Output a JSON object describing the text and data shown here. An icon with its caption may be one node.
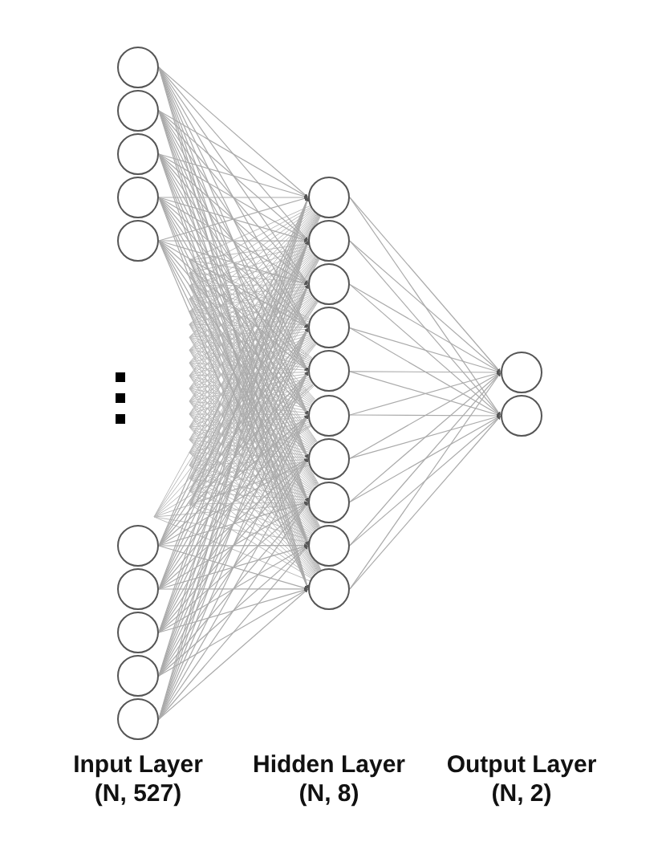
{
  "diagram": {
    "nodes": [
      {
        "text": [],
        "shape": "circle"
      },
      {
        "text": [],
        "shape": "circle"
      },
      {
        "text": [],
        "shape": "circle"
      },
      {
        "text": [],
        "shape": "circle"
      },
      {
        "text": [],
        "shape": "circle"
      },
      {
        "text": [],
        "shape": "circle"
      },
      {
        "text": [],
        "shape": "circle"
      },
      {
        "text": [],
        "shape": "circle"
      },
      {
        "text": [],
        "shape": "circle"
      },
      {
        "text": [],
        "shape": "circle"
      },
      {
        "text": [],
        "shape": "circle"
      },
      {
        "text": [],
        "shape": "circle"
      },
      {
        "text": [],
        "shape": "circle"
      },
      {
        "text": [],
        "shape": "circle"
      },
      {
        "text": [],
        "shape": "circle"
      },
      {
        "text": [],
        "shape": "circle"
      },
      {
        "text": [],
        "shape": "circle"
      },
      {
        "text": [],
        "shape": "circle"
      },
      {
        "text": [],
        "shape": "circle"
      },
      {
        "text": [],
        "shape": "circle"
      },
      {
        "text": [],
        "shape": "circle"
      },
      {
        "text": [],
        "shape": "circle"
      }
    ],
    "edges": [
      {
        "from": 0,
        "to": 10,
        "arrow": "to"
      },
      {
        "from": 0,
        "to": 11,
        "arrow": "to"
      },
      {
        "from": 0,
        "to": 12,
        "arrow": "to"
      },
      {
        "from": 0,
        "to": 13,
        "arrow": "to"
      },
      {
        "from": 0,
        "to": 14,
        "arrow": "to"
      },
      {
        "from": 0,
        "to": 15,
        "arrow": "to"
      },
      {
        "from": 0,
        "to": 16,
        "arrow": "to"
      },
      {
        "from": 0,
        "to": 17,
        "arrow": "to"
      },
      {
        "from": 0,
        "to": 18,
        "arrow": "to"
      },
      {
        "from": 0,
        "to": 19,
        "arrow": "to"
      },
      {
        "from": 1,
        "to": 10,
        "arrow": "to"
      },
      {
        "from": 1,
        "to": 11,
        "arrow": "to"
      },
      {
        "from": 1,
        "to": 12,
        "arrow": "to"
      },
      {
        "from": 1,
        "to": 13,
        "arrow": "to"
      },
      {
        "from": 1,
        "to": 14,
        "arrow": "to"
      },
      {
        "from": 1,
        "to": 15,
        "arrow": "to"
      },
      {
        "from": 1,
        "to": 16,
        "arrow": "to"
      },
      {
        "from": 1,
        "to": 17,
        "arrow": "to"
      },
      {
        "from": 1,
        "to": 18,
        "arrow": "to"
      },
      {
        "from": 1,
        "to": 19,
        "arrow": "to"
      },
      {
        "from": 2,
        "to": 10,
        "arrow": "to"
      },
      {
        "from": 2,
        "to": 11,
        "arrow": "to"
      },
      {
        "from": 2,
        "to": 12,
        "arrow": "to"
      },
      {
        "from": 2,
        "to": 13,
        "arrow": "to"
      },
      {
        "from": 2,
        "to": 14,
        "arrow": "to"
      },
      {
        "from": 2,
        "to": 15,
        "arrow": "to"
      },
      {
        "from": 2,
        "to": 16,
        "arrow": "to"
      },
      {
        "from": 2,
        "to": 17,
        "arrow": "to"
      },
      {
        "from": 2,
        "to": 18,
        "arrow": "to"
      },
      {
        "from": 2,
        "to": 19,
        "arrow": "to"
      },
      {
        "from": 3,
        "to": 10,
        "arrow": "to"
      },
      {
        "from": 3,
        "to": 11,
        "arrow": "to"
      },
      {
        "from": 3,
        "to": 12,
        "arrow": "to"
      },
      {
        "from": 3,
        "to": 13,
        "arrow": "to"
      },
      {
        "from": 3,
        "to": 14,
        "arrow": "to"
      },
      {
        "from": 3,
        "to": 15,
        "arrow": "to"
      },
      {
        "from": 3,
        "to": 16,
        "arrow": "to"
      },
      {
        "from": 3,
        "to": 17,
        "arrow": "to"
      },
      {
        "from": 3,
        "to": 18,
        "arrow": "to"
      },
      {
        "from": 3,
        "to": 19,
        "arrow": "to"
      },
      {
        "from": 4,
        "to": 10,
        "arrow": "to"
      },
      {
        "from": 4,
        "to": 11,
        "arrow": "to"
      },
      {
        "from": 4,
        "to": 12,
        "arrow": "to"
      },
      {
        "from": 4,
        "to": 13,
        "arrow": "to"
      },
      {
        "from": 4,
        "to": 14,
        "arrow": "to"
      },
      {
        "from": 4,
        "to": 15,
        "arrow": "to"
      },
      {
        "from": 4,
        "to": 16,
        "arrow": "to"
      },
      {
        "from": 4,
        "to": 17,
        "arrow": "to"
      },
      {
        "from": 4,
        "to": 18,
        "arrow": "to"
      },
      {
        "from": 4,
        "to": 19,
        "arrow": "to"
      },
      {
        "from": 5,
        "to": 10,
        "arrow": "to"
      },
      {
        "from": 5,
        "to": 11,
        "arrow": "to"
      },
      {
        "from": 5,
        "to": 12,
        "arrow": "to"
      },
      {
        "from": 5,
        "to": 13,
        "arrow": "to"
      },
      {
        "from": 5,
        "to": 14,
        "arrow": "to"
      },
      {
        "from": 5,
        "to": 15,
        "arrow": "to"
      },
      {
        "from": 5,
        "to": 16,
        "arrow": "to"
      },
      {
        "from": 5,
        "to": 17,
        "arrow": "to"
      },
      {
        "from": 5,
        "to": 18,
        "arrow": "to"
      },
      {
        "from": 5,
        "to": 19,
        "arrow": "to"
      },
      {
        "from": 6,
        "to": 10,
        "arrow": "to"
      },
      {
        "from": 6,
        "to": 11,
        "arrow": "to"
      },
      {
        "from": 6,
        "to": 12,
        "arrow": "to"
      },
      {
        "from": 6,
        "to": 13,
        "arrow": "to"
      },
      {
        "from": 6,
        "to": 14,
        "arrow": "to"
      },
      {
        "from": 6,
        "to": 15,
        "arrow": "to"
      },
      {
        "from": 6,
        "to": 16,
        "arrow": "to"
      },
      {
        "from": 6,
        "to": 17,
        "arrow": "to"
      },
      {
        "from": 6,
        "to": 18,
        "arrow": "to"
      },
      {
        "from": 6,
        "to": 19,
        "arrow": "to"
      },
      {
        "from": 7,
        "to": 10,
        "arrow": "to"
      },
      {
        "from": 7,
        "to": 11,
        "arrow": "to"
      },
      {
        "from": 7,
        "to": 12,
        "arrow": "to"
      },
      {
        "from": 7,
        "to": 13,
        "arrow": "to"
      },
      {
        "from": 7,
        "to": 14,
        "arrow": "to"
      },
      {
        "from": 7,
        "to": 15,
        "arrow": "to"
      },
      {
        "from": 7,
        "to": 16,
        "arrow": "to"
      },
      {
        "from": 7,
        "to": 17,
        "arrow": "to"
      },
      {
        "from": 7,
        "to": 18,
        "arrow": "to"
      },
      {
        "from": 7,
        "to": 19,
        "arrow": "to"
      },
      {
        "from": 8,
        "to": 10,
        "arrow": "to"
      },
      {
        "from": 8,
        "to": 11,
        "arrow": "to"
      },
      {
        "from": 8,
        "to": 12,
        "arrow": "to"
      },
      {
        "from": 8,
        "to": 13,
        "arrow": "to"
      },
      {
        "from": 8,
        "to": 14,
        "arrow": "to"
      },
      {
        "from": 8,
        "to": 15,
        "arrow": "to"
      },
      {
        "from": 8,
        "to": 16,
        "arrow": "to"
      },
      {
        "from": 8,
        "to": 17,
        "arrow": "to"
      },
      {
        "from": 8,
        "to": 18,
        "arrow": "to"
      },
      {
        "from": 8,
        "to": 19,
        "arrow": "to"
      },
      {
        "from": 9,
        "to": 10,
        "arrow": "to"
      },
      {
        "from": 9,
        "to": 11,
        "arrow": "to"
      },
      {
        "from": 9,
        "to": 12,
        "arrow": "to"
      },
      {
        "from": 9,
        "to": 13,
        "arrow": "to"
      },
      {
        "from": 9,
        "to": 14,
        "arrow": "to"
      },
      {
        "from": 9,
        "to": 15,
        "arrow": "to"
      },
      {
        "from": 9,
        "to": 16,
        "arrow": "to"
      },
      {
        "from": 9,
        "to": 17,
        "arrow": "to"
      },
      {
        "from": 9,
        "to": 18,
        "arrow": "to"
      },
      {
        "from": 9,
        "to": 19,
        "arrow": "to"
      },
      {
        "from": 10,
        "to": 20,
        "arrow": "to"
      },
      {
        "from": 10,
        "to": 21,
        "arrow": "to"
      },
      {
        "from": 11,
        "to": 20,
        "arrow": "to"
      },
      {
        "from": 11,
        "to": 21,
        "arrow": "to"
      },
      {
        "from": 12,
        "to": 20,
        "arrow": "to"
      },
      {
        "from": 12,
        "to": 21,
        "arrow": "to"
      },
      {
        "from": 13,
        "to": 20,
        "arrow": "to"
      },
      {
        "from": 13,
        "to": 21,
        "arrow": "to"
      },
      {
        "from": 14,
        "to": 20,
        "arrow": "to"
      },
      {
        "from": 14,
        "to": 21,
        "arrow": "to"
      },
      {
        "from": 15,
        "to": 20,
        "arrow": "to"
      },
      {
        "from": 15,
        "to": 21,
        "arrow": "to"
      },
      {
        "from": 16,
        "to": 20,
        "arrow": "to"
      },
      {
        "from": 16,
        "to": 21,
        "arrow": "to"
      },
      {
        "from": 17,
        "to": 20,
        "arrow": "to"
      },
      {
        "from": 17,
        "to": 21,
        "arrow": "to"
      },
      {
        "from": 18,
        "to": 20,
        "arrow": "to"
      },
      {
        "from": 18,
        "to": 21,
        "arrow": "to"
      },
      {
        "from": 19,
        "to": 20,
        "arrow": "to"
      },
      {
        "from": 19,
        "to": 21,
        "arrow": "to"
      }
    ],
    "labels": [
      "Input Layer",
      "(N, 527)",
      "Hidden Layer",
      "(N, 8)",
      "Output Layer",
      "(N, 2)"
    ]
  }
}
